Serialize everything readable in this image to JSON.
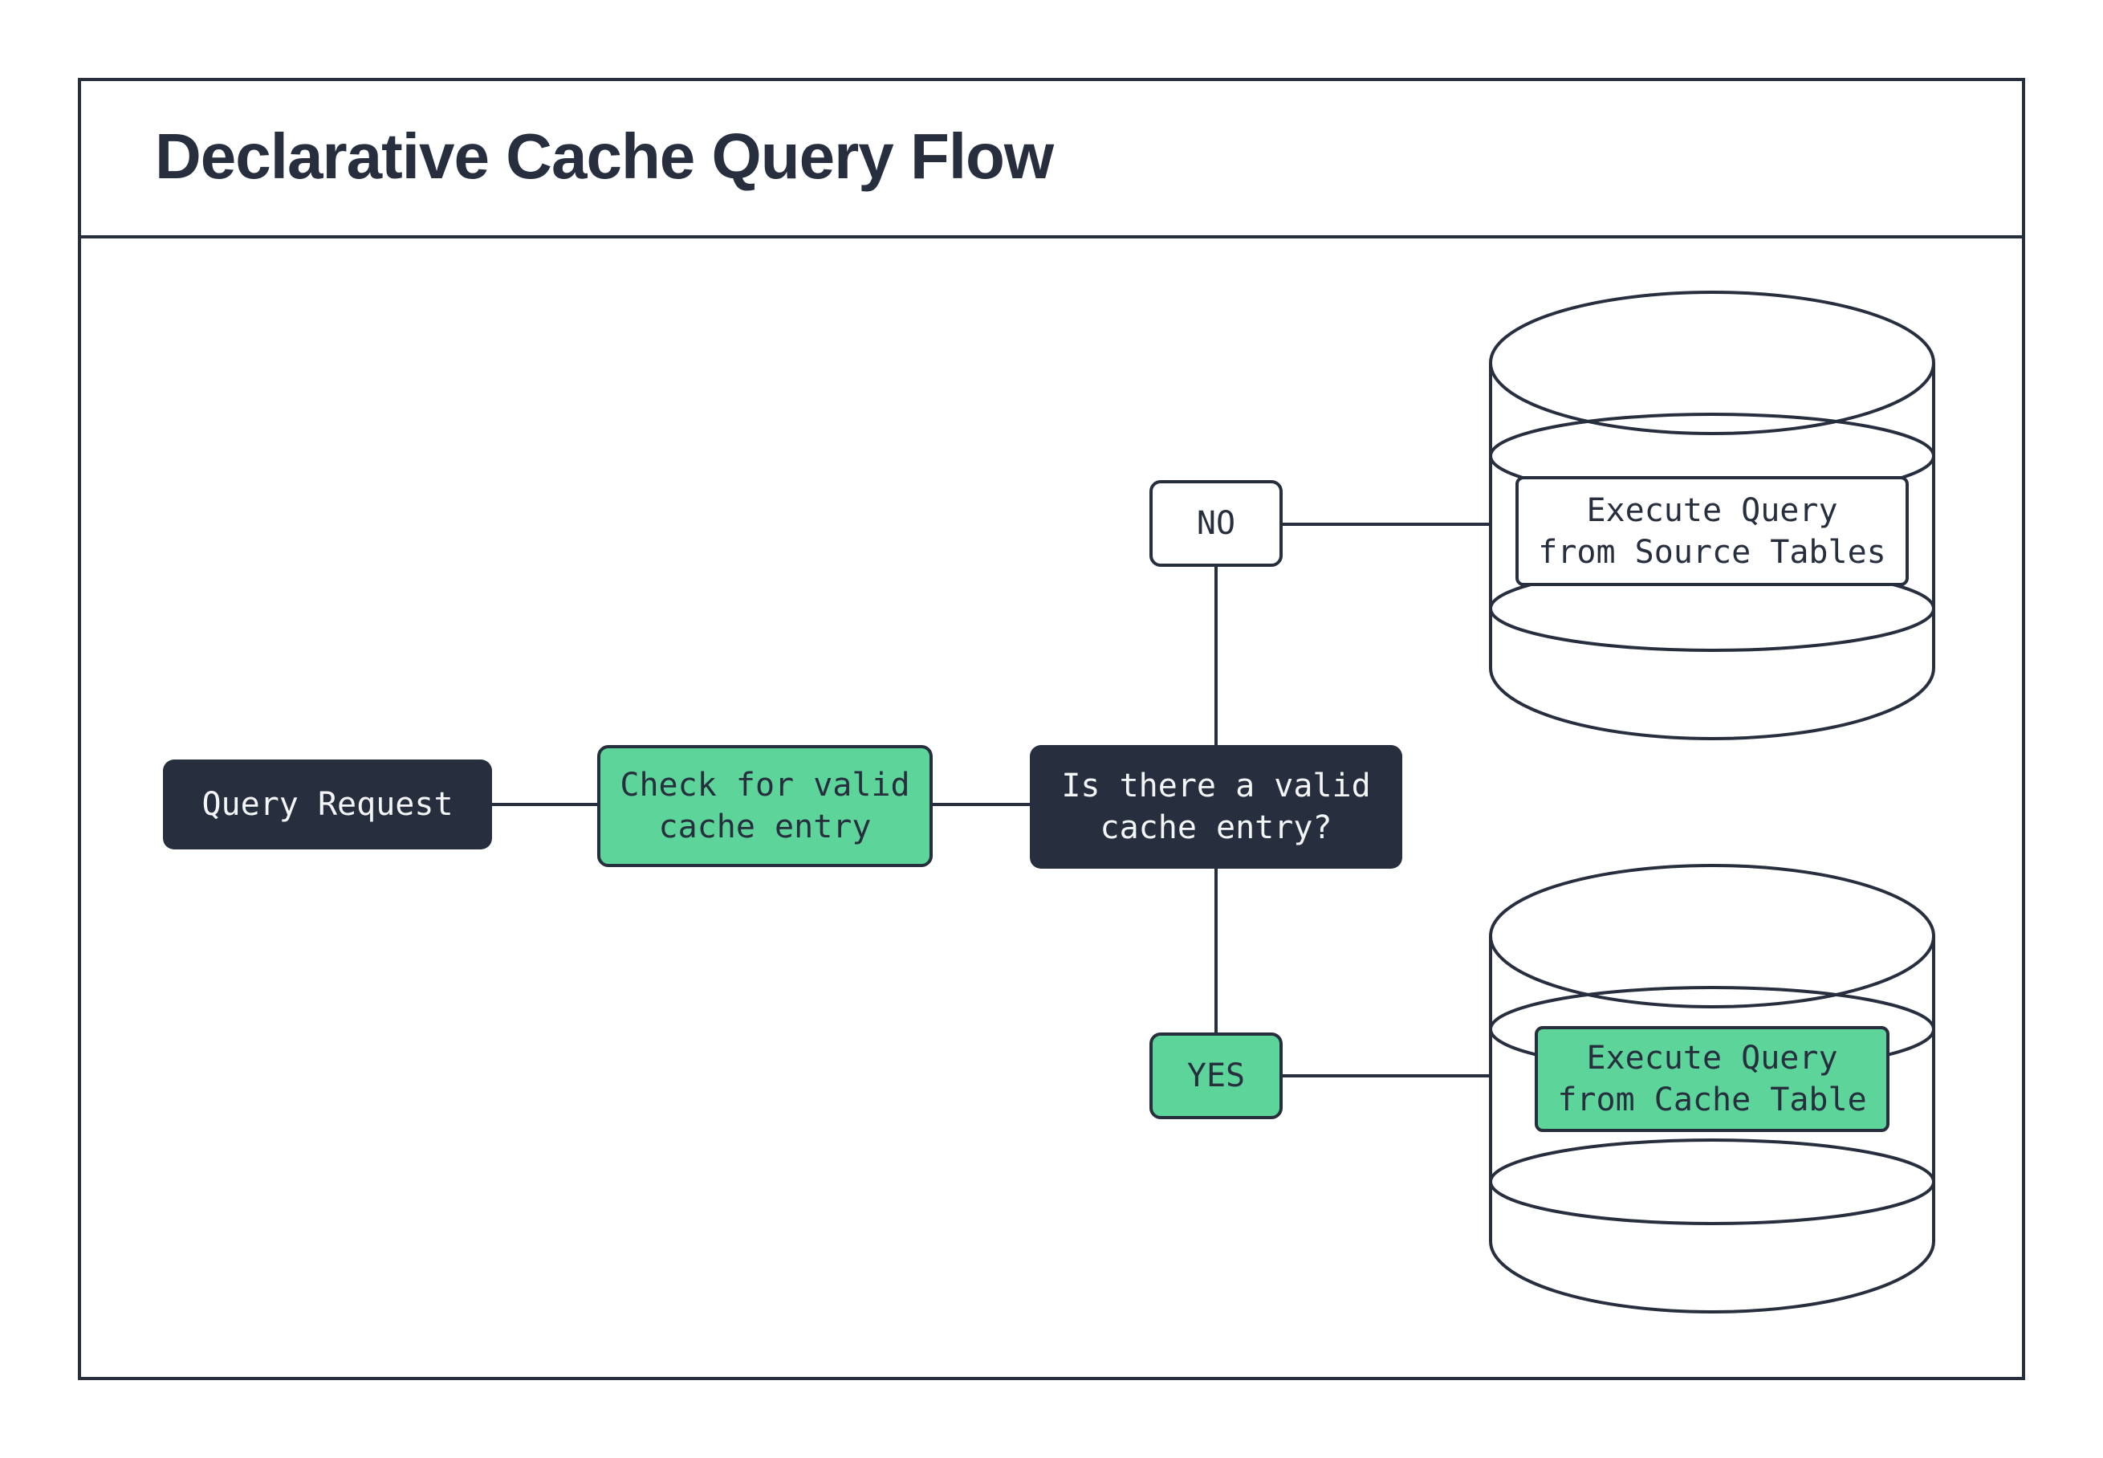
{
  "title": "Declarative Cache Query Flow",
  "colors": {
    "ink": "#272e3e",
    "green": "#5cd49a",
    "surface": "#ffffff",
    "light_text": "#f3f5f6"
  },
  "flow": {
    "query_request": {
      "label": "Query Request"
    },
    "check_cache": {
      "line1": "Check for valid",
      "line2": "cache entry"
    },
    "decision": {
      "line1": "Is there a valid",
      "line2": "cache entry?"
    },
    "branch_no": {
      "label": "NO"
    },
    "branch_yes": {
      "label": "YES"
    },
    "source_db": {
      "line1": "Execute Query",
      "line2": "from Source Tables"
    },
    "cache_db": {
      "line1": "Execute Query",
      "line2": "from Cache Table"
    }
  }
}
